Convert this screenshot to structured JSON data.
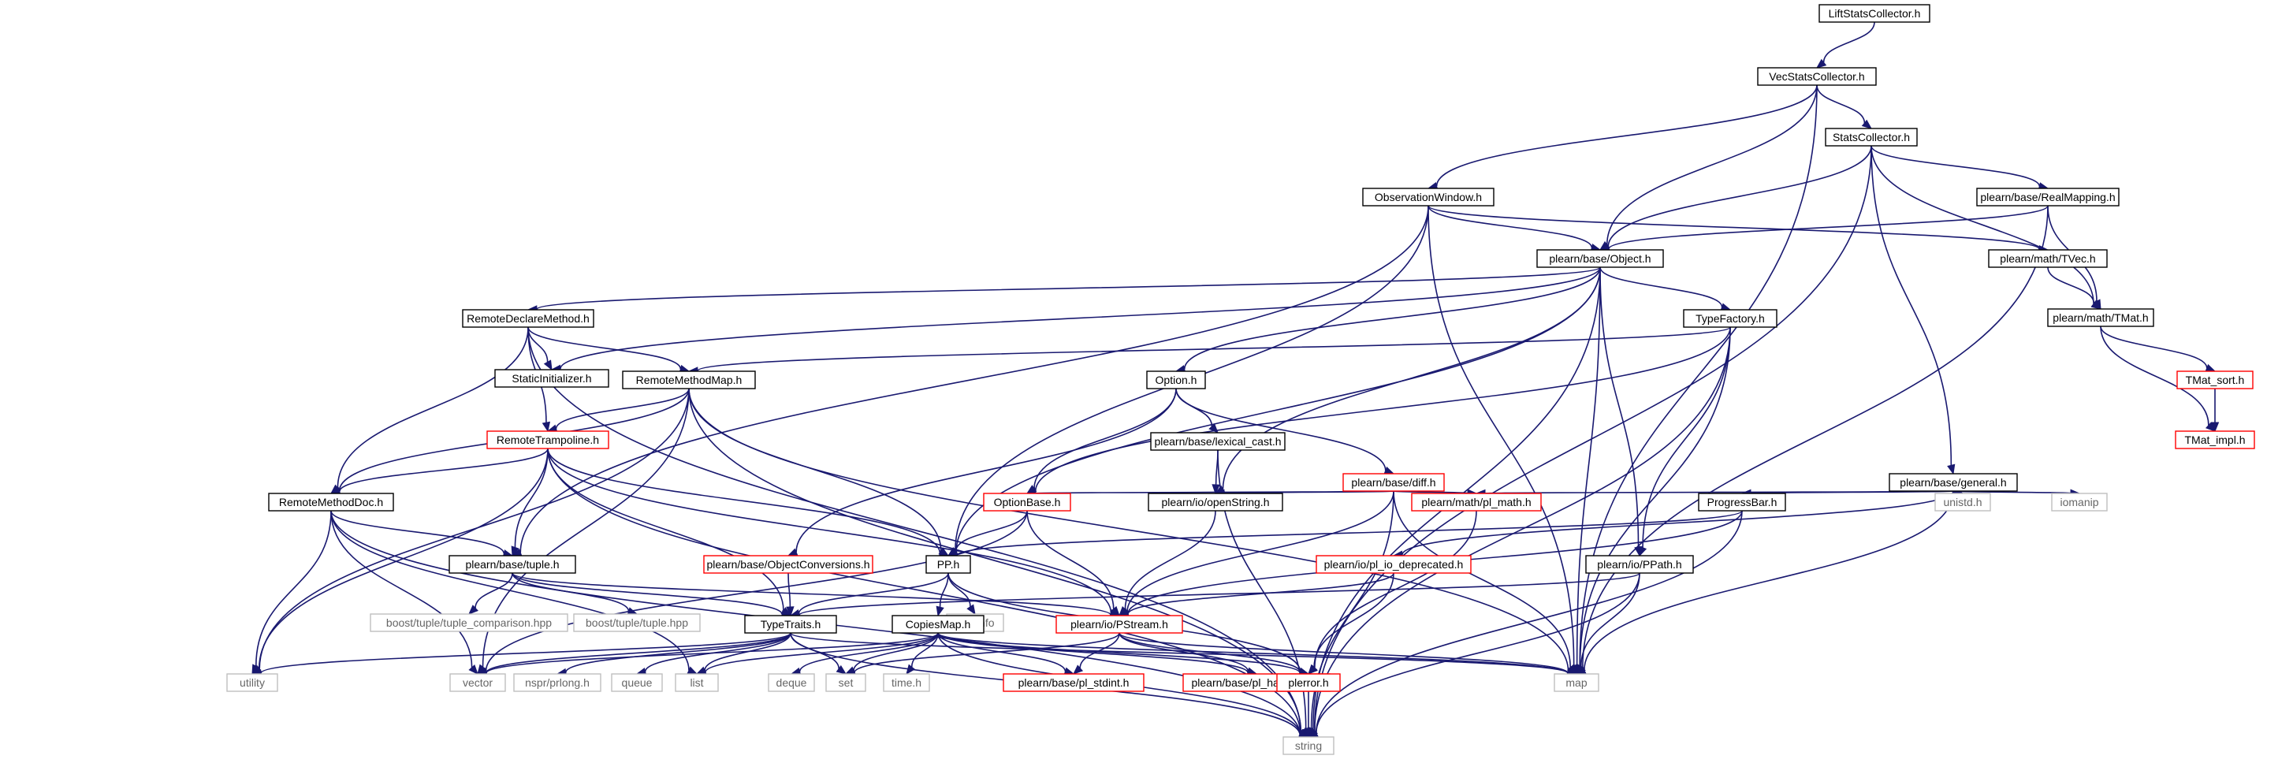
{
  "graph": {
    "nodes": [
      {
        "id": "n_lift",
        "label": "LiftStatsCollector.h",
        "kind": "root"
      },
      {
        "id": "n_vec",
        "label": "VecStatsCollector.h",
        "kind": "normal"
      },
      {
        "id": "n_stats",
        "label": "StatsCollector.h",
        "kind": "normal"
      },
      {
        "id": "n_obswin",
        "label": "ObservationWindow.h",
        "kind": "normal"
      },
      {
        "id": "n_realmap",
        "label": "plearn/base/RealMapping.h",
        "kind": "normal"
      },
      {
        "id": "n_object",
        "label": "plearn/base/Object.h",
        "kind": "normal"
      },
      {
        "id": "n_tvec",
        "label": "plearn/math/TVec.h",
        "kind": "normal"
      },
      {
        "id": "n_tmat",
        "label": "plearn/math/TMat.h",
        "kind": "normal"
      },
      {
        "id": "n_rdm",
        "label": "RemoteDeclareMethod.h",
        "kind": "normal"
      },
      {
        "id": "n_typefac",
        "label": "TypeFactory.h",
        "kind": "normal"
      },
      {
        "id": "n_staticinit",
        "label": "StaticInitializer.h",
        "kind": "normal"
      },
      {
        "id": "n_rmm",
        "label": "RemoteMethodMap.h",
        "kind": "normal"
      },
      {
        "id": "n_option",
        "label": "Option.h",
        "kind": "normal"
      },
      {
        "id": "n_tmatsort",
        "label": "TMat_sort.h",
        "kind": "truncated"
      },
      {
        "id": "n_tmatimpl",
        "label": "TMat_impl.h",
        "kind": "truncated"
      },
      {
        "id": "n_general",
        "label": "plearn/base/general.h",
        "kind": "normal"
      },
      {
        "id": "n_rtramp",
        "label": "RemoteTrampoline.h",
        "kind": "truncated"
      },
      {
        "id": "n_lexcast",
        "label": "plearn/base/lexical_cast.h",
        "kind": "normal"
      },
      {
        "id": "n_diff",
        "label": "plearn/base/diff.h",
        "kind": "truncated"
      },
      {
        "id": "n_unistd",
        "label": "unistd.h",
        "kind": "system"
      },
      {
        "id": "n_iomanip",
        "label": "iomanip",
        "kind": "system"
      },
      {
        "id": "n_rmdoc",
        "label": "RemoteMethodDoc.h",
        "kind": "normal"
      },
      {
        "id": "n_optbase",
        "label": "OptionBase.h",
        "kind": "truncated"
      },
      {
        "id": "n_openstr",
        "label": "plearn/io/openString.h",
        "kind": "normal"
      },
      {
        "id": "n_plmath",
        "label": "plearn/math/pl_math.h",
        "kind": "truncated"
      },
      {
        "id": "n_progress",
        "label": "ProgressBar.h",
        "kind": "normal"
      },
      {
        "id": "n_tuple",
        "label": "plearn/base/tuple.h",
        "kind": "normal"
      },
      {
        "id": "n_objconv",
        "label": "plearn/base/ObjectConversions.h",
        "kind": "truncated"
      },
      {
        "id": "n_pp",
        "label": "PP.h",
        "kind": "normal"
      },
      {
        "id": "n_pliodep",
        "label": "plearn/io/pl_io_deprecated.h",
        "kind": "truncated"
      },
      {
        "id": "n_ppath",
        "label": "plearn/io/PPath.h",
        "kind": "normal"
      },
      {
        "id": "n_tuplecmp",
        "label": "boost/tuple/tuple_comparison.hpp",
        "kind": "system"
      },
      {
        "id": "n_tuplehpp",
        "label": "boost/tuple/tuple.hpp",
        "kind": "system"
      },
      {
        "id": "n_typeinfo",
        "label": "typeinfo",
        "kind": "system"
      },
      {
        "id": "n_typetraits",
        "label": "TypeTraits.h",
        "kind": "normal"
      },
      {
        "id": "n_copiesmap",
        "label": "CopiesMap.h",
        "kind": "normal"
      },
      {
        "id": "n_pstream",
        "label": "plearn/io/PStream.h",
        "kind": "truncated"
      },
      {
        "id": "n_utility",
        "label": "utility",
        "kind": "system"
      },
      {
        "id": "n_vector",
        "label": "vector",
        "kind": "system"
      },
      {
        "id": "n_nspr",
        "label": "nspr/prlong.h",
        "kind": "system"
      },
      {
        "id": "n_queue",
        "label": "queue",
        "kind": "system"
      },
      {
        "id": "n_list",
        "label": "list",
        "kind": "system"
      },
      {
        "id": "n_deque",
        "label": "deque",
        "kind": "system"
      },
      {
        "id": "n_set",
        "label": "set",
        "kind": "system"
      },
      {
        "id": "n_time",
        "label": "time.h",
        "kind": "system"
      },
      {
        "id": "n_stdint",
        "label": "plearn/base/pl_stdint.h",
        "kind": "truncated"
      },
      {
        "id": "n_hashfun",
        "label": "plearn/base/pl_hash_fun.h",
        "kind": "truncated"
      },
      {
        "id": "n_plerror",
        "label": "plerror.h",
        "kind": "truncated"
      },
      {
        "id": "n_map",
        "label": "map",
        "kind": "system"
      },
      {
        "id": "n_string",
        "label": "string",
        "kind": "system"
      }
    ],
    "edges": [
      [
        "n_lift",
        "n_vec"
      ],
      [
        "n_vec",
        "n_stats"
      ],
      [
        "n_vec",
        "n_obswin"
      ],
      [
        "n_vec",
        "n_object"
      ],
      [
        "n_vec",
        "n_map"
      ],
      [
        "n_stats",
        "n_realmap"
      ],
      [
        "n_stats",
        "n_object"
      ],
      [
        "n_stats",
        "n_tmat"
      ],
      [
        "n_stats",
        "n_general"
      ],
      [
        "n_stats",
        "n_string"
      ],
      [
        "n_obswin",
        "n_object"
      ],
      [
        "n_obswin",
        "n_tvec"
      ],
      [
        "n_obswin",
        "n_pp"
      ],
      [
        "n_obswin",
        "n_map"
      ],
      [
        "n_obswin",
        "n_tuple"
      ],
      [
        "n_realmap",
        "n_object"
      ],
      [
        "n_realmap",
        "n_tmat"
      ],
      [
        "n_realmap",
        "n_map"
      ],
      [
        "n_tvec",
        "n_tmat"
      ],
      [
        "n_tmat",
        "n_tmatsort"
      ],
      [
        "n_tmat",
        "n_tmatimpl"
      ],
      [
        "n_tmatsort",
        "n_tmatimpl"
      ],
      [
        "n_object",
        "n_rdm"
      ],
      [
        "n_object",
        "n_typefac"
      ],
      [
        "n_object",
        "n_staticinit"
      ],
      [
        "n_object",
        "n_option"
      ],
      [
        "n_object",
        "n_pp"
      ],
      [
        "n_object",
        "n_openstr"
      ],
      [
        "n_object",
        "n_ppath"
      ],
      [
        "n_object",
        "n_map"
      ],
      [
        "n_object",
        "n_string"
      ],
      [
        "n_rdm",
        "n_staticinit"
      ],
      [
        "n_rdm",
        "n_rmm"
      ],
      [
        "n_rdm",
        "n_rtramp"
      ],
      [
        "n_rdm",
        "n_rmdoc"
      ],
      [
        "n_rdm",
        "n_string"
      ],
      [
        "n_typefac",
        "n_rmm"
      ],
      [
        "n_typefac",
        "n_optbase"
      ],
      [
        "n_typefac",
        "n_ppath"
      ],
      [
        "n_typefac",
        "n_map"
      ],
      [
        "n_typefac",
        "n_string"
      ],
      [
        "n_rmm",
        "n_rtramp"
      ],
      [
        "n_rmm",
        "n_pp"
      ],
      [
        "n_rmm",
        "n_map"
      ],
      [
        "n_rmm",
        "n_utility"
      ],
      [
        "n_rmm",
        "n_string"
      ],
      [
        "n_rmm",
        "n_vector"
      ],
      [
        "n_rmm",
        "n_rmdoc"
      ],
      [
        "n_option",
        "n_lexcast"
      ],
      [
        "n_option",
        "n_diff"
      ],
      [
        "n_option",
        "n_optbase"
      ],
      [
        "n_option",
        "n_objconv"
      ],
      [
        "n_rtramp",
        "n_rmdoc"
      ],
      [
        "n_rtramp",
        "n_tuple"
      ],
      [
        "n_rtramp",
        "n_typetraits"
      ],
      [
        "n_rtramp",
        "n_pp"
      ],
      [
        "n_rtramp",
        "n_pstream"
      ],
      [
        "n_rtramp",
        "n_string"
      ],
      [
        "n_rtramp",
        "n_utility"
      ],
      [
        "n_lexcast",
        "n_openstr"
      ],
      [
        "n_lexcast",
        "n_string"
      ],
      [
        "n_diff",
        "n_optbase"
      ],
      [
        "n_diff",
        "n_openstr"
      ],
      [
        "n_diff",
        "n_plmath"
      ],
      [
        "n_diff",
        "n_pstream"
      ],
      [
        "n_diff",
        "n_map"
      ],
      [
        "n_diff",
        "n_string"
      ],
      [
        "n_general",
        "n_plmath"
      ],
      [
        "n_general",
        "n_progress"
      ],
      [
        "n_general",
        "n_pliodep"
      ],
      [
        "n_general",
        "n_unistd"
      ],
      [
        "n_general",
        "n_iomanip"
      ],
      [
        "n_general",
        "n_map"
      ],
      [
        "n_rmdoc",
        "n_tuple"
      ],
      [
        "n_rmdoc",
        "n_utility"
      ],
      [
        "n_rmdoc",
        "n_vector"
      ],
      [
        "n_rmdoc",
        "n_string"
      ],
      [
        "n_rmdoc",
        "n_list"
      ],
      [
        "n_optbase",
        "n_pp"
      ],
      [
        "n_optbase",
        "n_pstream"
      ],
      [
        "n_optbase",
        "n_vector"
      ],
      [
        "n_openstr",
        "n_pstream"
      ],
      [
        "n_plmath",
        "n_plerror"
      ],
      [
        "n_progress",
        "n_pp"
      ],
      [
        "n_progress",
        "n_pstream"
      ],
      [
        "n_progress",
        "n_string"
      ],
      [
        "n_tuple",
        "n_tuplecmp"
      ],
      [
        "n_tuple",
        "n_tuplehpp"
      ],
      [
        "n_tuple",
        "n_typetraits"
      ],
      [
        "n_tuple",
        "n_pstream"
      ],
      [
        "n_objconv",
        "n_typetraits"
      ],
      [
        "n_pp",
        "n_typetraits"
      ],
      [
        "n_pp",
        "n_copiesmap"
      ],
      [
        "n_pp",
        "n_typeinfo"
      ],
      [
        "n_pp",
        "n_plerror"
      ],
      [
        "n_pliodep",
        "n_pstream"
      ],
      [
        "n_pliodep",
        "n_plerror"
      ],
      [
        "n_ppath",
        "n_typetraits"
      ],
      [
        "n_ppath",
        "n_map"
      ],
      [
        "n_ppath",
        "n_string"
      ],
      [
        "n_typetraits",
        "n_utility"
      ],
      [
        "n_typetraits",
        "n_vector"
      ],
      [
        "n_typetraits",
        "n_nspr"
      ],
      [
        "n_typetraits",
        "n_queue"
      ],
      [
        "n_typetraits",
        "n_list"
      ],
      [
        "n_typetraits",
        "n_set"
      ],
      [
        "n_typetraits",
        "n_map"
      ],
      [
        "n_typetraits",
        "n_string"
      ],
      [
        "n_copiesmap",
        "n_vector"
      ],
      [
        "n_copiesmap",
        "n_list"
      ],
      [
        "n_copiesmap",
        "n_deque"
      ],
      [
        "n_copiesmap",
        "n_set"
      ],
      [
        "n_copiesmap",
        "n_time"
      ],
      [
        "n_copiesmap",
        "n_stdint"
      ],
      [
        "n_copiesmap",
        "n_hashfun"
      ],
      [
        "n_copiesmap",
        "n_plerror"
      ],
      [
        "n_copiesmap",
        "n_map"
      ],
      [
        "n_copiesmap",
        "n_string"
      ],
      [
        "n_pstream",
        "n_stdint"
      ],
      [
        "n_pstream",
        "n_hashfun"
      ],
      [
        "n_pstream",
        "n_plerror"
      ],
      [
        "n_pstream",
        "n_map"
      ],
      [
        "n_pstream",
        "n_set"
      ],
      [
        "n_plerror",
        "n_string"
      ]
    ]
  },
  "colors": {
    "edge": "#191970",
    "normal_border": "#000000",
    "truncated_border": "#ff0000",
    "system_border": "#bfbfbf",
    "root_fill": "#bfbfbf",
    "text": "#000000",
    "system_text": "#666666"
  }
}
